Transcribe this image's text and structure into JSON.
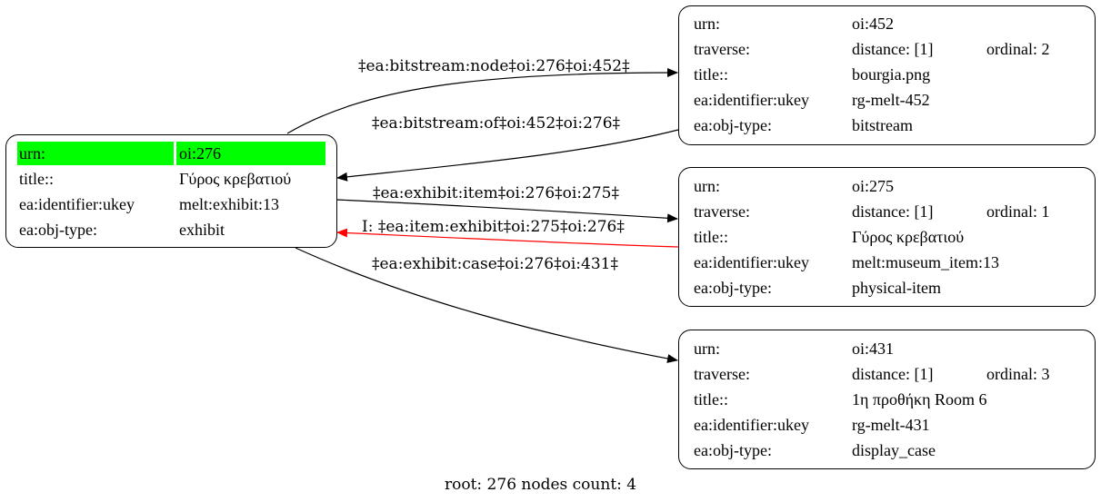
{
  "colors": {
    "highlight": "#00ff00",
    "edge": "#000000",
    "inverse_edge": "#ff0000"
  },
  "root_node": {
    "urn_label": "urn:",
    "urn_value": "oi:276",
    "title_label": "title::",
    "title_value": "Γύρος κρεβατιού",
    "ukey_label": "ea:identifier:ukey",
    "ukey_value": "melt:exhibit:13",
    "type_label": "ea:obj-type:",
    "type_value": "exhibit"
  },
  "nodes": [
    {
      "urn_label": "urn:",
      "urn_value": "oi:452",
      "traverse_label": "traverse:",
      "distance": "distance: [1]",
      "ordinal": "ordinal: 2",
      "title_label": "title::",
      "title_value": "bourgia.png",
      "ukey_label": "ea:identifier:ukey",
      "ukey_value": "rg-melt-452",
      "type_label": "ea:obj-type:",
      "type_value": "bitstream"
    },
    {
      "urn_label": "urn:",
      "urn_value": "oi:275",
      "traverse_label": "traverse:",
      "distance": "distance: [1]",
      "ordinal": "ordinal: 1",
      "title_label": "title::",
      "title_value": "Γύρος κρεβατιού",
      "ukey_label": "ea:identifier:ukey",
      "ukey_value": "melt:museum_item:13",
      "type_label": "ea:obj-type:",
      "type_value": "physical-item"
    },
    {
      "urn_label": "urn:",
      "urn_value": "oi:431",
      "traverse_label": "traverse:",
      "distance": "distance: [1]",
      "ordinal": "ordinal: 3",
      "title_label": "title::",
      "title_value": "1η προθήκη Room 6",
      "ukey_label": "ea:identifier:ukey",
      "ukey_value": "rg-melt-431",
      "type_label": "ea:obj-type:",
      "type_value": "display_case"
    }
  ],
  "edges": [
    {
      "label": "‡ea:bitstream:node‡oi:276‡oi:452‡",
      "color": "#000000"
    },
    {
      "label": "‡ea:bitstream:of‡oi:452‡oi:276‡",
      "color": "#000000"
    },
    {
      "label": "‡ea:exhibit:item‡oi:276‡oi:275‡",
      "color": "#000000"
    },
    {
      "label": "I: ‡ea:item:exhibit‡oi:275‡oi:276‡",
      "color": "#ff0000"
    },
    {
      "label": "‡ea:exhibit:case‡oi:276‡oi:431‡",
      "color": "#000000"
    }
  ],
  "footer": "root: 276 nodes count: 4"
}
